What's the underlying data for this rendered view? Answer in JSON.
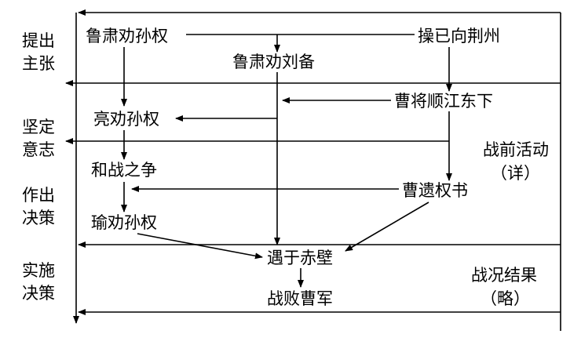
{
  "stages": [
    {
      "line1": "提出",
      "line2": "主张"
    },
    {
      "line1": "坚定",
      "line2": "意志"
    },
    {
      "line1": "作出",
      "line2": "决策"
    },
    {
      "line1": "实施",
      "line2": "决策"
    }
  ],
  "nodes": {
    "lusu_quan_sunquan": "鲁肃劝孙权",
    "cao_xiang_jingzhou": "操已向荆州",
    "lusu_quan_liubei": "鲁肃劝刘备",
    "liang_quan_sunquan": "亮劝孙权",
    "cao_jiang_shunjiang": "曹将顺江东下",
    "he_zhan_zhi_zheng": "和战之争",
    "cao_yi_quanshu": "曹遗权书",
    "yu_quan_sunquan": "瑜劝孙权",
    "yu_yu_chibi": "遇于赤壁",
    "zhanbai_caojun": "战败曹军"
  },
  "side_labels": {
    "pre_war_activity": "战前活动",
    "pre_war_detail": "（详）",
    "war_result": "战况结果",
    "war_result_brief": "（略）"
  }
}
